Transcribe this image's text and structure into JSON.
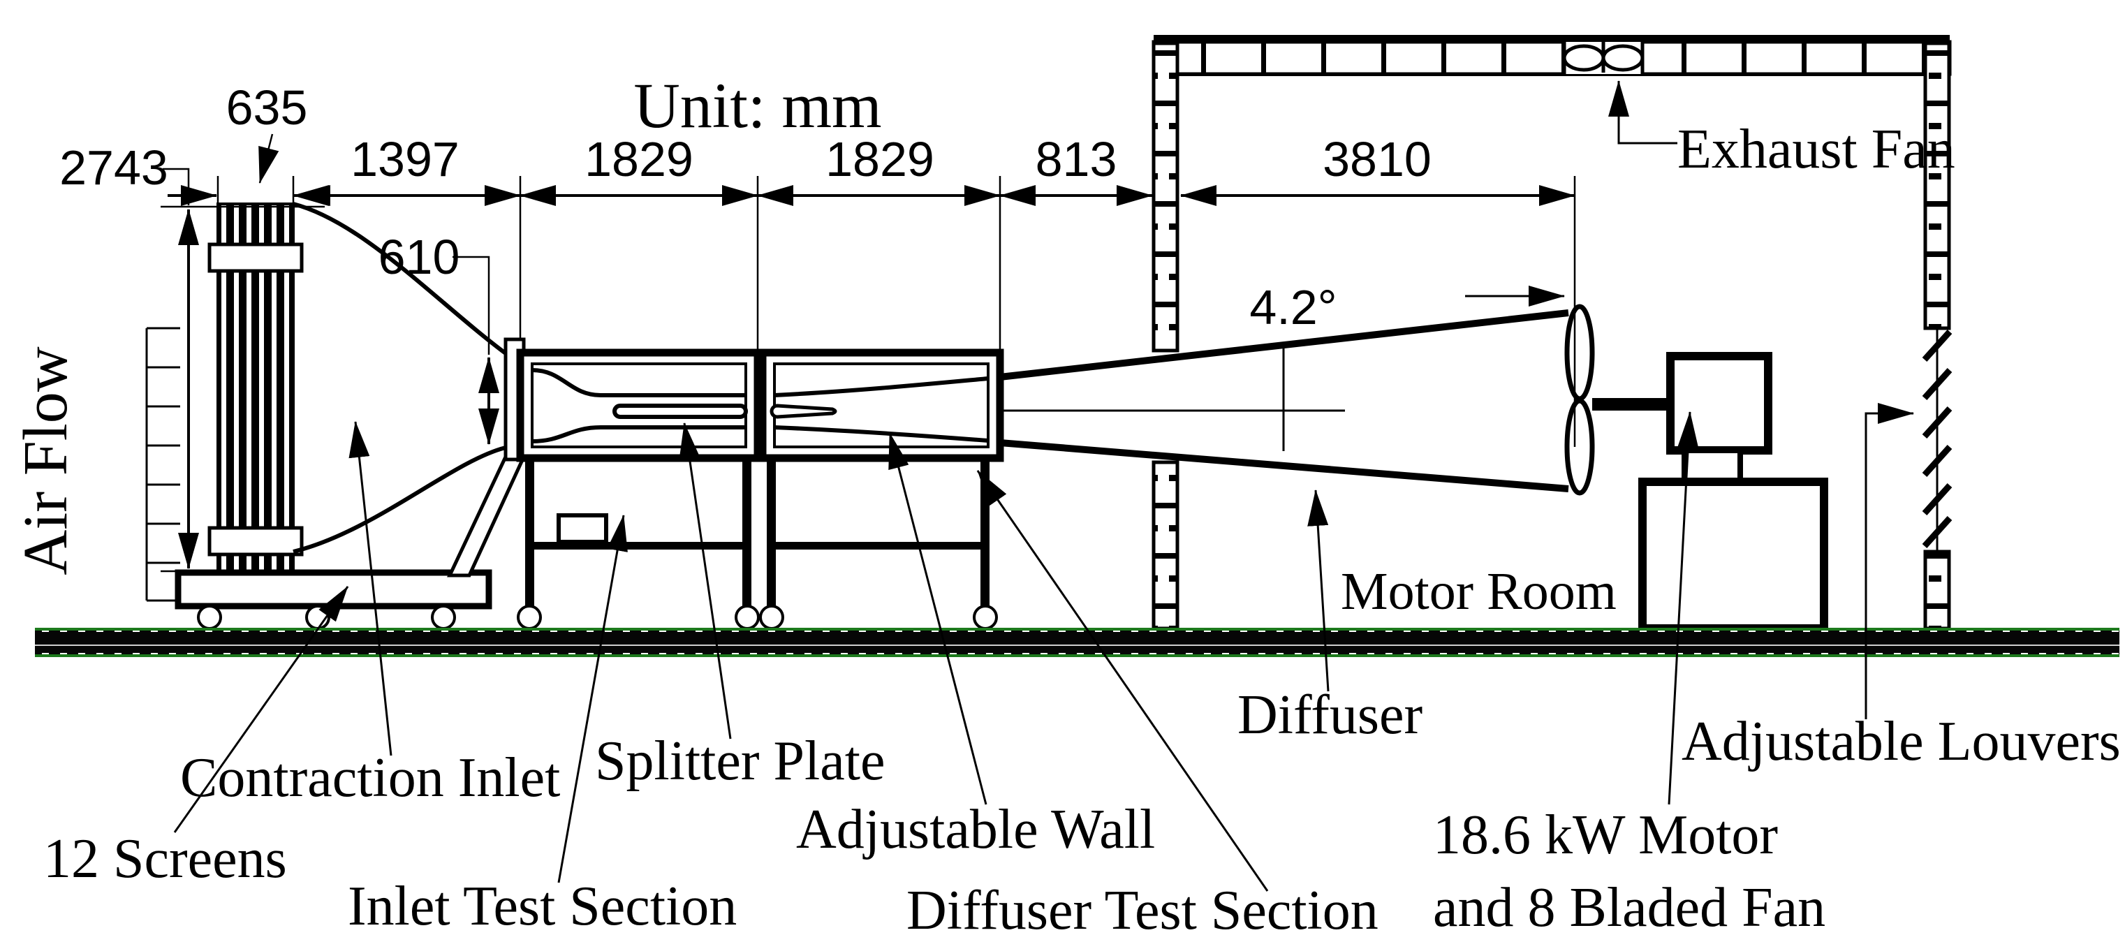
{
  "title_note": {
    "unit_label": "Unit: mm"
  },
  "dimensions": {
    "screen_stack_width": "635",
    "inlet_height": "2743",
    "contraction_length": "1397",
    "inlet_test_section_length": "1829",
    "diffuser_test_section_length": "1829",
    "transition_length": "813",
    "diffuser_length": "3810",
    "test_section_height": "610",
    "diffuser_half_angle": "4.2°"
  },
  "labels": {
    "air_flow": "Air Flow",
    "exhaust_fan": "Exhaust Fan",
    "motor_room": "Motor Room",
    "diffuser": "Diffuser",
    "adjustable_louvers": "Adjustable Louvers",
    "twelve_screens": "12 Screens",
    "contraction_inlet": "Contraction Inlet",
    "splitter_plate": "Splitter Plate",
    "inlet_test_section": "Inlet Test Section",
    "adjustable_wall": "Adjustable Wall",
    "diffuser_test_section": "Diffuser Test Section",
    "motor_line1": "18.6 kW Motor",
    "motor_line2": "and 8 Bladed Fan"
  },
  "colors": {
    "line": "#000000",
    "background": "#ffffff",
    "floor_green": "#1d7a1d",
    "floor_black": "#060606"
  }
}
